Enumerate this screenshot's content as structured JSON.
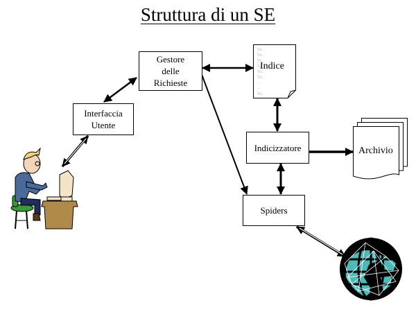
{
  "title": "Struttura di un SE",
  "nodes": {
    "gestore": "Gestore\ndelle\nRichieste",
    "interfaccia": "Interfaccia\nUtente",
    "indice": "Indice",
    "indicizzatore": "Indicizzatore",
    "archivio": "Archivio",
    "spiders": "Spiders"
  },
  "icons": {
    "user": "user-at-computer-icon",
    "globe": "globe-icon",
    "document": "document-icon",
    "stacked_documents": "stacked-documents-icon"
  },
  "colors": {
    "globe_land": "#4fb8b8",
    "desk": "#b08a4a",
    "shirt": "#4a6a9a",
    "stool": "#3a9a3a"
  },
  "edges": [
    {
      "from": "interfaccia",
      "to": "gestore",
      "direction": "both"
    },
    {
      "from": "gestore",
      "to": "indice",
      "direction": "both"
    },
    {
      "from": "gestore",
      "to": "spiders",
      "direction": "forward"
    },
    {
      "from": "indice",
      "to": "indicizzatore",
      "direction": "both"
    },
    {
      "from": "indicizzatore",
      "to": "archivio",
      "direction": "forward"
    },
    {
      "from": "indicizzatore",
      "to": "spiders",
      "direction": "both"
    },
    {
      "from": "spiders",
      "to": "web",
      "direction": "both"
    },
    {
      "from": "user",
      "to": "interfaccia",
      "direction": "both"
    }
  ]
}
